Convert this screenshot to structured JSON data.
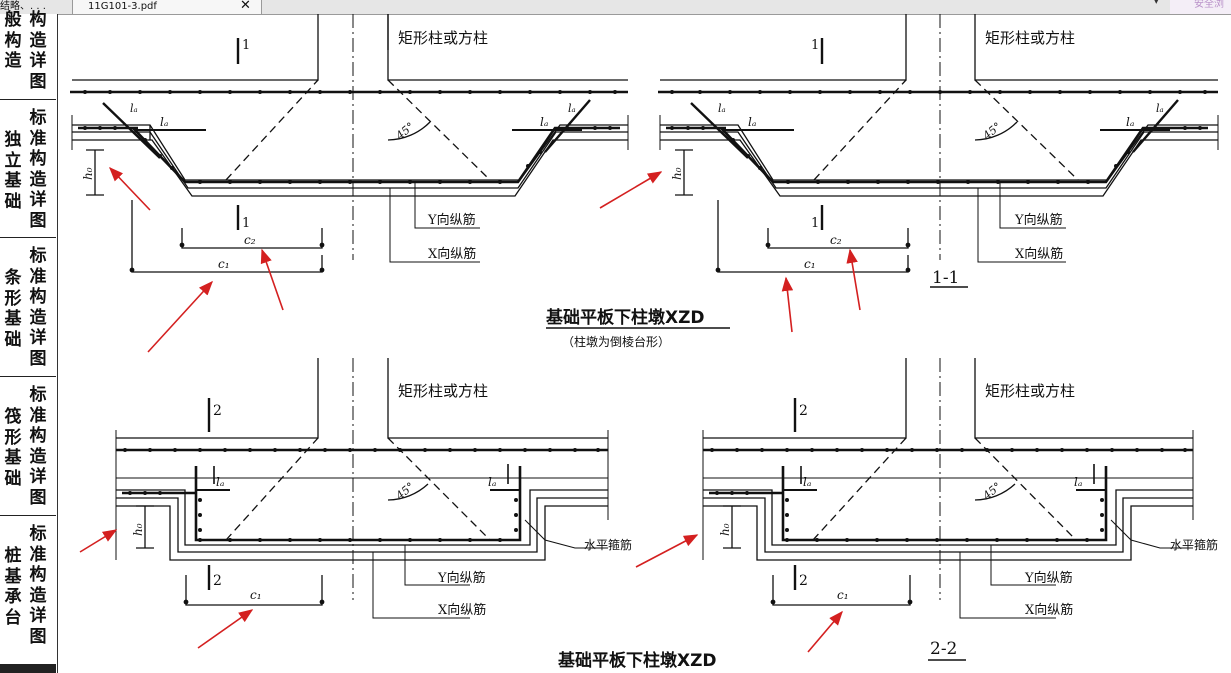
{
  "tabs": {
    "prev_label": "结略、. . .",
    "active_label": "11G101-3.pdf",
    "close_glyph": "✕",
    "more_glyph": "▾",
    "ext_label": "安全浏"
  },
  "sidebar": {
    "items": [
      {
        "label": "一般构造详图",
        "col1": [
          "般",
          "构",
          "造"
        ],
        "col2": [
          "构",
          "造",
          "详",
          "图"
        ]
      },
      {
        "label": "独立基础标准构造详图",
        "col1": [
          "独",
          "立",
          "基",
          "础"
        ],
        "col2": [
          "标",
          "准",
          "构",
          "造",
          "详",
          "图"
        ]
      },
      {
        "label": "条形基础标准构造详图",
        "col1": [
          "条",
          "形",
          "基",
          "础"
        ],
        "col2": [
          "标",
          "准",
          "构",
          "造",
          "详",
          "图"
        ]
      },
      {
        "label": "筏形基础标准构造详图",
        "col1": [
          "筏",
          "形",
          "基",
          "础"
        ],
        "col2": [
          "标",
          "准",
          "构",
          "造",
          "详",
          "图"
        ]
      },
      {
        "label": "桩基承台标准构造详图",
        "col1": [
          "桩",
          "基",
          "承",
          "台"
        ],
        "col2": [
          "标",
          "准",
          "构",
          "造",
          "详",
          "图"
        ]
      }
    ]
  },
  "drawing": {
    "column_label": "矩形柱或方柱",
    "angle_label": "45°",
    "la_label": "lₐ",
    "h0_label": "h₀",
    "y_bar_label": "Y向纵筋",
    "x_bar_label": "X向纵筋",
    "stirrup_label": "水平箍筋",
    "c1_label": "c₁",
    "c2_label": "c₂",
    "sec1_num": "1",
    "sec2_num": "2",
    "section_1_title": "1-1",
    "section_2_title": "2-2",
    "top_title": "基础平板下柱墩XZD",
    "top_subtitle": "（柱墩为倒棱台形）",
    "bottom_title": "基础平板下柱墩XZD"
  },
  "colors": {
    "ink": "#111111",
    "annotation_arrow": "#d42020",
    "tabbar": "#e6e6e6",
    "sidebar_bottom": "#222222"
  }
}
